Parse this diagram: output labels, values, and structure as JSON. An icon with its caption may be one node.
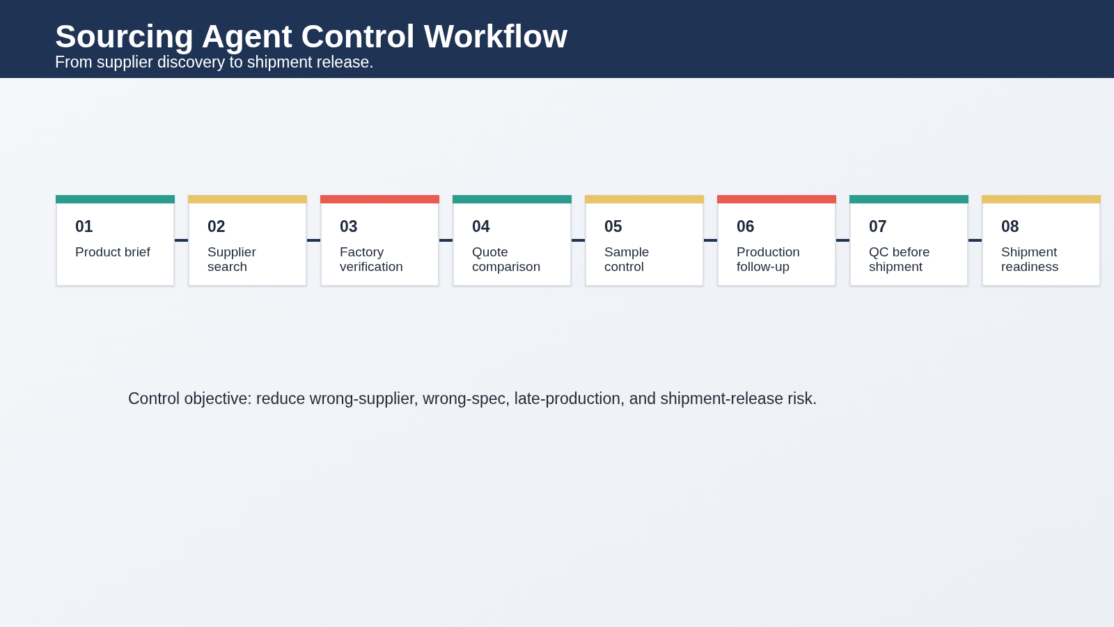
{
  "diagram": {
    "title": "Sourcing Agent Control Workflow",
    "nodes": [
      {
        "text": [
          "01",
          "Product brief"
        ]
      },
      {
        "text": [
          "02",
          "Supplier search"
        ]
      },
      {
        "text": [
          "03",
          "Factory verification"
        ]
      },
      {
        "text": [
          "04",
          "Quote comparison"
        ]
      },
      {
        "text": [
          "05",
          "Sample control"
        ]
      },
      {
        "text": [
          "06",
          "Production follow-up"
        ]
      },
      {
        "text": [
          "07",
          "QC before shipment"
        ]
      },
      {
        "text": [
          "08",
          "Shipment readiness"
        ]
      }
    ],
    "edges": [
      {
        "from": 0,
        "to": 1,
        "arrow": "none"
      },
      {
        "from": 1,
        "to": 2,
        "arrow": "none"
      },
      {
        "from": 2,
        "to": 3,
        "arrow": "none"
      },
      {
        "from": 3,
        "to": 4,
        "arrow": "none"
      },
      {
        "from": 4,
        "to": 5,
        "arrow": "none"
      },
      {
        "from": 5,
        "to": 6,
        "arrow": "none"
      },
      {
        "from": 6,
        "to": 7,
        "arrow": "none"
      }
    ],
    "labels": [
      "From supplier discovery to shipment release.",
      "Control objective: reduce wrong-supplier, wrong-spec, late-production, and shipment-release risk."
    ]
  }
}
